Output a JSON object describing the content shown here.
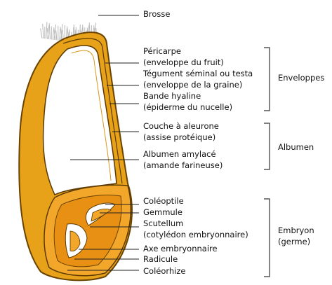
{
  "colors": {
    "outer_husk": "#e8a21a",
    "husk_stroke": "#5a3a00",
    "inner_white": "#ffffff",
    "embryo": "#f0a020",
    "embryo_dark": "#c47a10",
    "bracket": "#333333",
    "leader": "#222222",
    "brush": "#b8b8b8"
  },
  "labels": {
    "brosse": "Brosse",
    "pericarpe": "Péricarpe",
    "pericarpe_sub": "(enveloppe du fruit)",
    "tegument": "Tégument séminal ou testa",
    "tegument_sub": "(enveloppe de la graine)",
    "bande": "Bande hyaline",
    "bande_sub": "(épiderme du nucelle)",
    "couche": "Couche à aleurone",
    "couche_sub": "(assise protéique)",
    "albumen_amylace": "Albumen amylacé",
    "albumen_amylace_sub": "(amande farineuse)",
    "coleoptile": "Coléoptile",
    "gemmule": "Gemmule",
    "scutellum": "Scutellum",
    "scutellum_sub": "(cotylédon embryonnaire)",
    "axe": "Axe embryonnaire",
    "radicule": "Radicule",
    "coleorhize": "Coléorhize"
  },
  "groups": {
    "enveloppes": "Enveloppes",
    "albumen": "Albumen",
    "embryon": "Embryon",
    "embryon_sub": "(germe)"
  }
}
